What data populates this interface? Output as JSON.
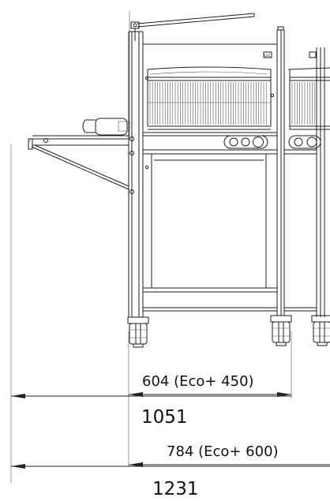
{
  "drawing": {
    "dimensions": [
      {
        "id": "inner-width",
        "label": "604 (Eco+ 450)"
      },
      {
        "id": "inner-total",
        "label": "1051"
      },
      {
        "id": "outer-width",
        "label": "784 (Eco+ 600)"
      },
      {
        "id": "outer-total",
        "label": "1231"
      }
    ],
    "badge_text": "LEC"
  }
}
